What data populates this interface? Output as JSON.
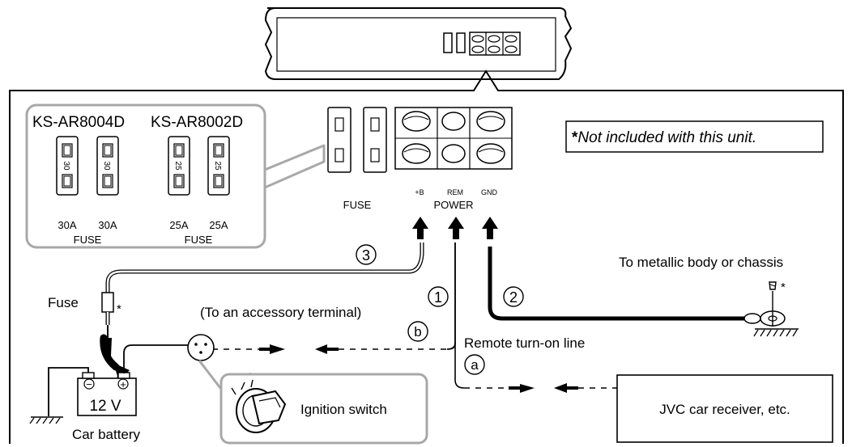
{
  "models": {
    "left": "KS-AR8004D",
    "right": "KS-AR8002D"
  },
  "fuse_ratings": {
    "f1": "30",
    "f2": "30",
    "f3": "25",
    "f4": "25"
  },
  "fuse_amps": {
    "a1": "30A",
    "a2": "30A",
    "a3": "25A",
    "a4": "25A"
  },
  "fuse_caption_left": "FUSE",
  "fuse_caption_right": "FUSE",
  "unit_fuse_label": "FUSE",
  "terminals": {
    "plus_b": "+B",
    "rem": "REM",
    "gnd": "GND",
    "power": "POWER"
  },
  "note": {
    "star": "*",
    "text": "Not included with this unit."
  },
  "ground_label": "To metallic body or chassis",
  "callouts": {
    "c1": "1",
    "c2": "2",
    "c3": "3",
    "ca": "a",
    "cb": "b"
  },
  "fuse_label": "Fuse",
  "star": "*",
  "accessory_label": "(To an accessory terminal)",
  "remote_label": "Remote turn-on line",
  "battery_voltage": "12 V",
  "battery_minus": "−",
  "battery_plus": "+",
  "battery_label": "Car battery",
  "ignition_label": "Ignition switch",
  "receiver_label": "JVC car receiver, etc."
}
